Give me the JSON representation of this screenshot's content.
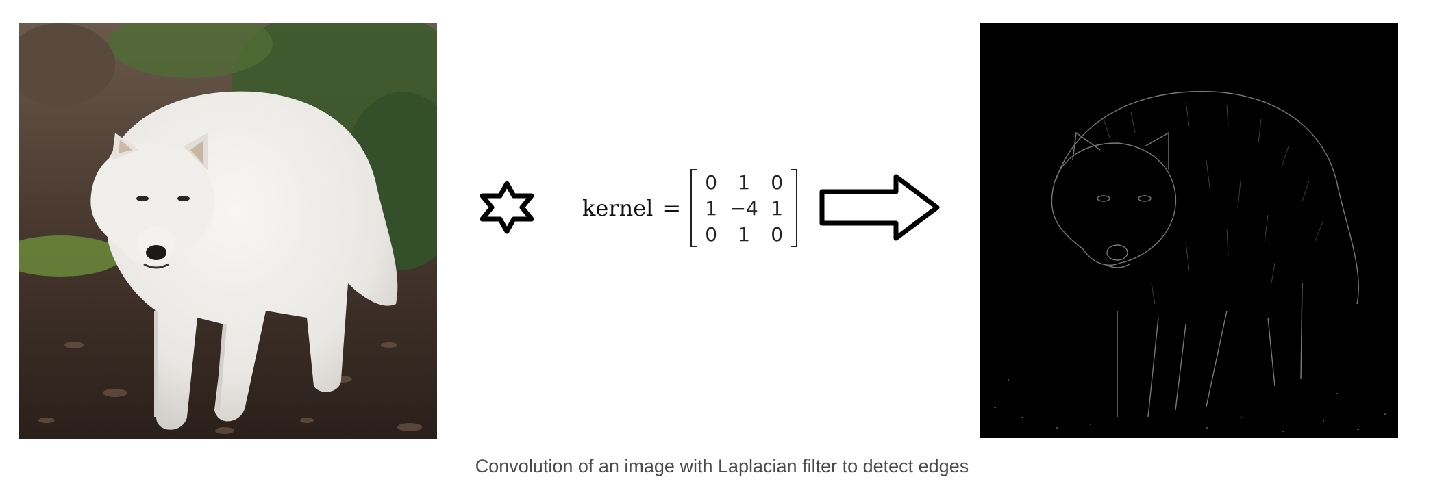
{
  "figure": {
    "input_image": {
      "name": "white-wolf-photo",
      "palette": {
        "background_foliage": "#3f5a2e",
        "ground": "#3b2a22",
        "fur": "#efeeec"
      }
    },
    "operator_icon": "convolution-star-icon",
    "kernel": {
      "label": "kernel",
      "equals": "=",
      "matrix": [
        [
          "0",
          "1",
          "0"
        ],
        [
          "1",
          "−4",
          "1"
        ],
        [
          "0",
          "1",
          "0"
        ]
      ]
    },
    "arrow_icon": "right-arrow-icon",
    "output_image": {
      "name": "laplacian-edge-map",
      "palette": {
        "background": "#000000",
        "edges": "#8e8e8e"
      }
    },
    "caption": "Convolution of an image with Laplacian filter to detect edges"
  }
}
